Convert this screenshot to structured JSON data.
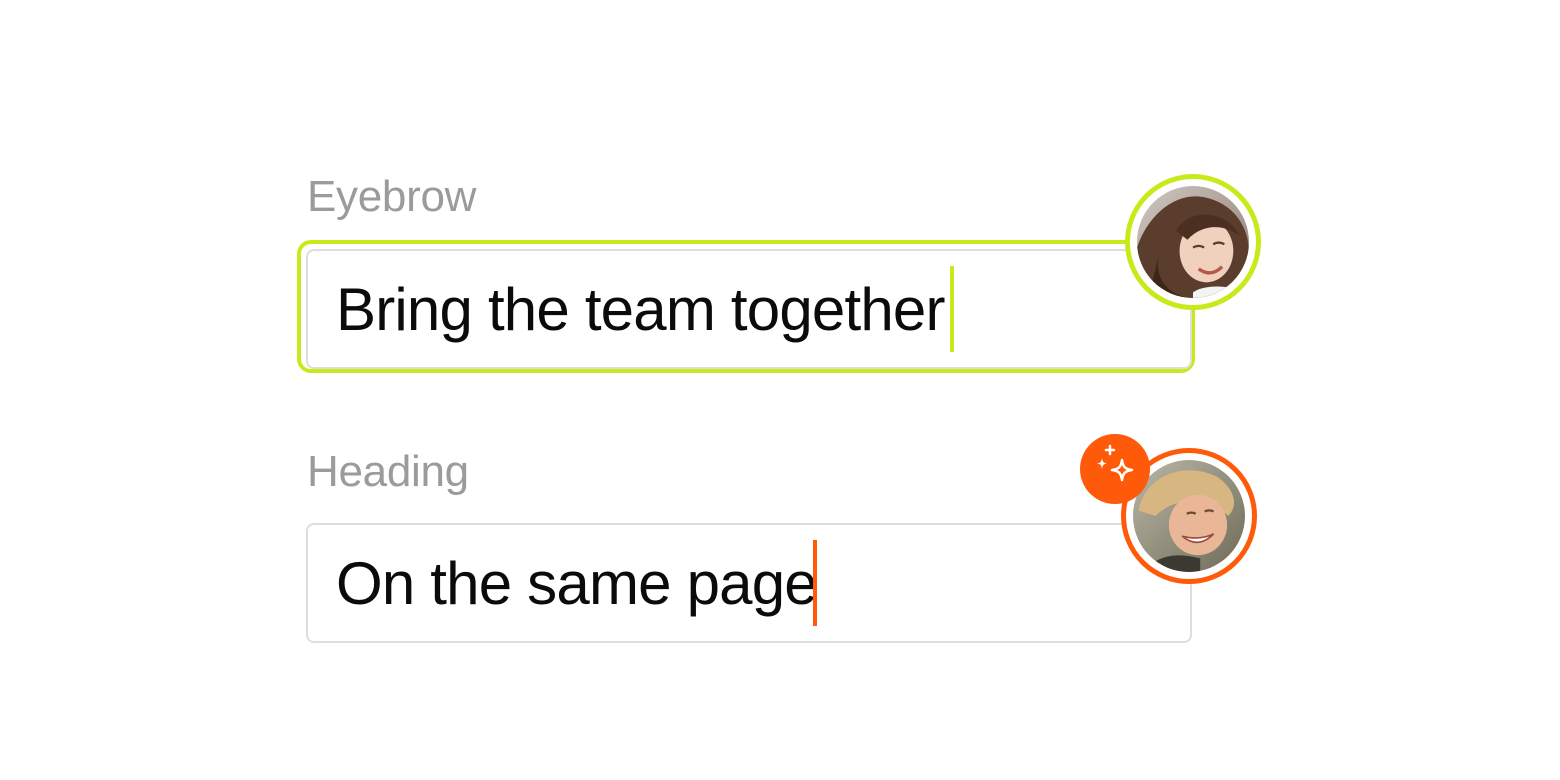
{
  "fields": [
    {
      "label": "Eyebrow",
      "value": "Bring the team together",
      "caret_color": "#c8ea1b",
      "focused": true
    },
    {
      "label": "Heading",
      "value": "On the same page",
      "caret_color": "#ff5a0a",
      "focused": false
    }
  ],
  "collaborators": [
    {
      "icon": "user-avatar-photo",
      "ring_color": "#c8ea1b"
    },
    {
      "icon": "user-avatar-photo",
      "ring_color": "#ff5a0a",
      "badge_icon": "sparkles-icon"
    }
  ],
  "colors": {
    "lime": "#c8ea1b",
    "orange": "#ff5a0a",
    "label_gray": "#9b9b9b",
    "border_gray": "#dedede"
  }
}
